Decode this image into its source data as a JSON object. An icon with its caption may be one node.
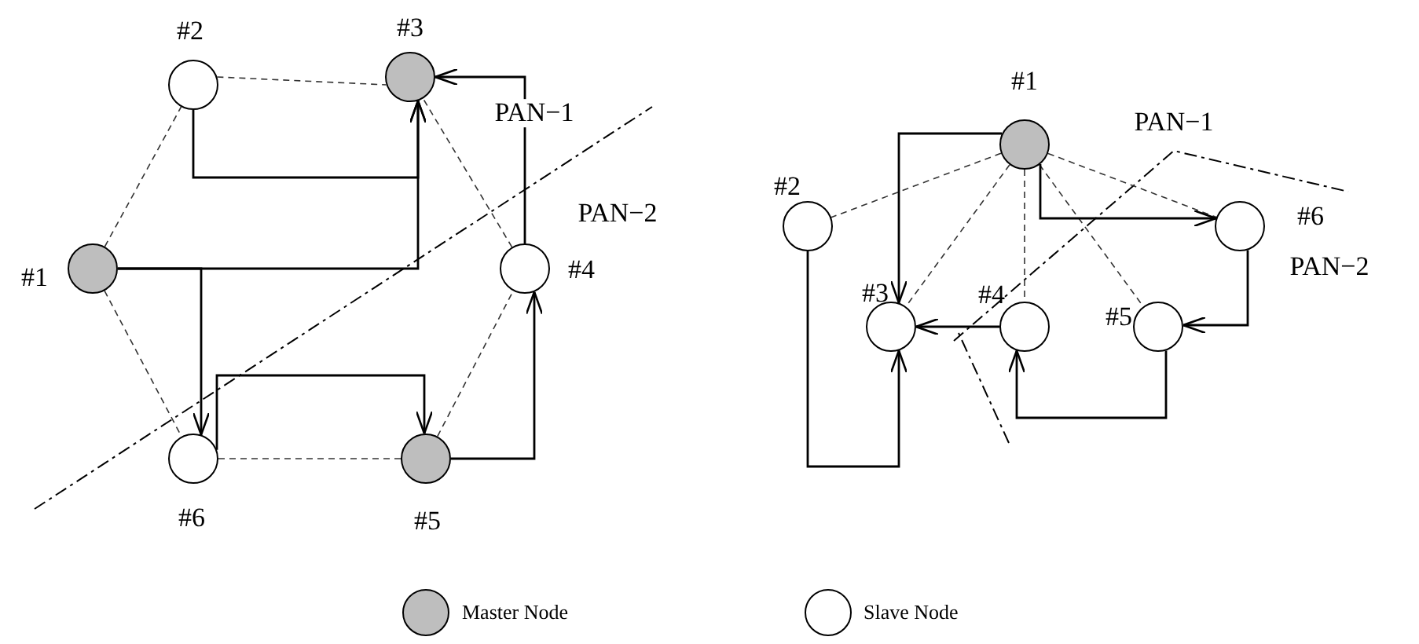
{
  "diagram": {
    "nodes": [
      {
        "text": [
          "#1"
        ]
      },
      {
        "text": [
          "#2"
        ]
      },
      {
        "text": [
          "#3"
        ]
      },
      {
        "text": [
          "#4"
        ]
      },
      {
        "text": [
          "#5"
        ]
      },
      {
        "text": [
          "#6"
        ]
      },
      {
        "text": [
          "#1"
        ]
      },
      {
        "text": [
          "#2"
        ]
      },
      {
        "text": [
          "#3"
        ]
      },
      {
        "text": [
          "#4"
        ]
      },
      {
        "text": [
          "#5"
        ]
      },
      {
        "text": [
          "#6"
        ]
      }
    ],
    "edges": [
      {
        "from": 1,
        "to": 2,
        "arrow": "none",
        "style": "dashed"
      },
      {
        "from": 0,
        "to": 1,
        "arrow": "none",
        "style": "dashed"
      },
      {
        "from": 0,
        "to": 5,
        "arrow": "none",
        "style": "dashed"
      },
      {
        "from": 5,
        "to": 4,
        "arrow": "none",
        "style": "dashed"
      },
      {
        "from": 4,
        "to": 3,
        "arrow": "none",
        "style": "dashed"
      },
      {
        "from": 3,
        "to": 2,
        "arrow": "none",
        "style": "dashed"
      },
      {
        "from": 1,
        "to": 2,
        "arrow": "to"
      },
      {
        "from": 0,
        "to": 2,
        "arrow": "to"
      },
      {
        "from": 0,
        "to": 5,
        "arrow": "to"
      },
      {
        "from": 5,
        "to": 4,
        "arrow": "to"
      },
      {
        "from": 4,
        "to": 3,
        "arrow": "to"
      },
      {
        "from": 3,
        "to": 2,
        "arrow": "to"
      },
      {
        "from": 6,
        "to": 7,
        "arrow": "none",
        "style": "dashed"
      },
      {
        "from": 6,
        "to": 8,
        "arrow": "none",
        "style": "dashed"
      },
      {
        "from": 6,
        "to": 9,
        "arrow": "none",
        "style": "dashed"
      },
      {
        "from": 6,
        "to": 10,
        "arrow": "none",
        "style": "dashed"
      },
      {
        "from": 6,
        "to": 11,
        "arrow": "none",
        "style": "dashed"
      },
      {
        "from": 6,
        "to": 8,
        "arrow": "to"
      },
      {
        "from": 6,
        "to": 11,
        "arrow": "to"
      },
      {
        "from": 11,
        "to": 10,
        "arrow": "to"
      },
      {
        "from": 10,
        "to": 9,
        "arrow": "to"
      },
      {
        "from": 9,
        "to": 8,
        "arrow": "to"
      },
      {
        "from": 7,
        "to": 8,
        "arrow": "to"
      }
    ],
    "labels": [
      "PAN−1",
      "PAN−2",
      "PAN−1",
      "PAN−2"
    ],
    "legend": [
      {
        "text": "Master Node",
        "color": "#bebebe"
      },
      {
        "text": "Slave Node",
        "color": "#ffffff"
      }
    ]
  }
}
